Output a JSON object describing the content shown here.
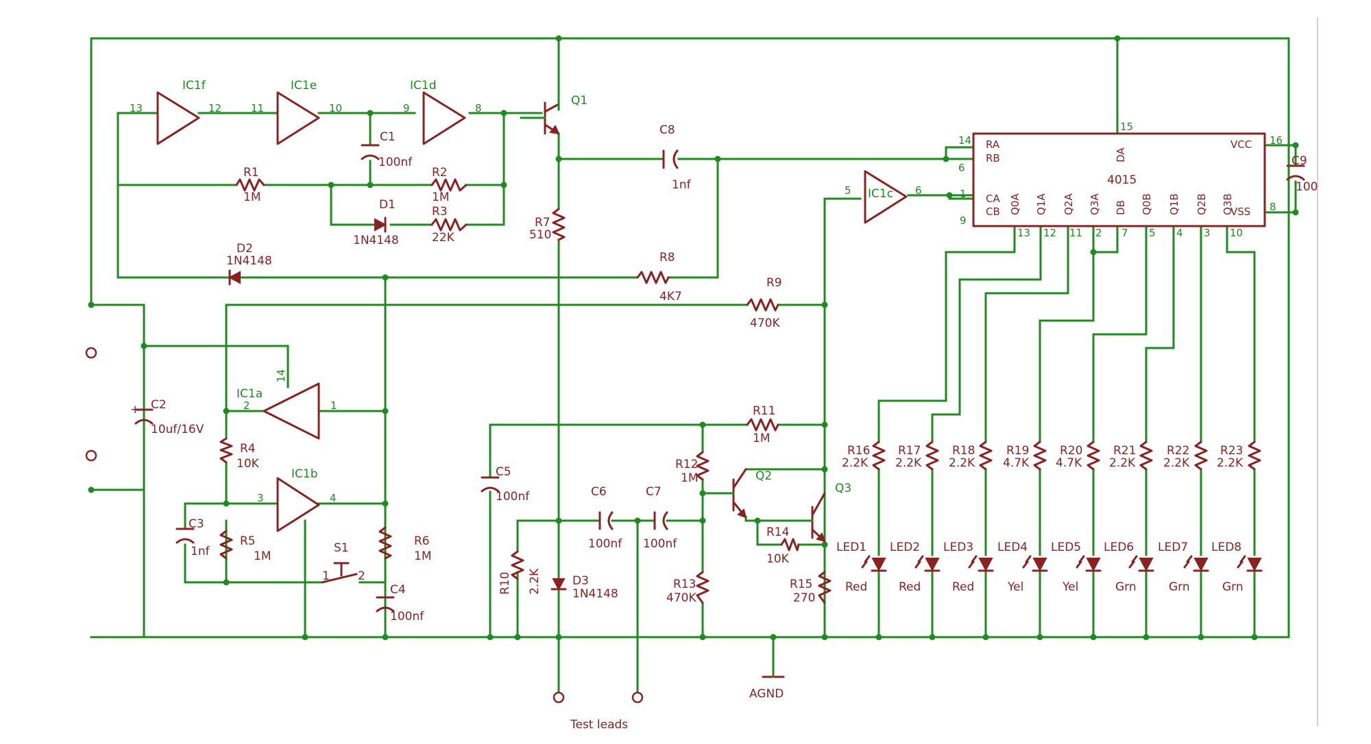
{
  "ics": {
    "ic1f": "IC1f",
    "ic1e": "IC1e",
    "ic1d": "IC1d",
    "ic1c": "IC1c",
    "ic1a": "IC1a",
    "ic1b": "IC1b",
    "chip": "4015"
  },
  "chip_pins_left": {
    "ra": "RA",
    "rb": "RB",
    "ca": "CA",
    "cb": "CB"
  },
  "chip_pins_right": {
    "vcc": "VCC",
    "vss": "VSS"
  },
  "chip_pins_bottom": [
    "Q0A",
    "Q1A",
    "Q2A",
    "Q3A",
    "DB",
    "Q0B",
    "Q1B",
    "Q2B",
    "Q3B"
  ],
  "chip_pin_da": "DA",
  "pin_numbers": {
    "p13": "13",
    "p12": "12",
    "p11": "11",
    "p10": "10",
    "p9": "9",
    "p8": "8",
    "p5": "5",
    "p6": "6",
    "p2": "2",
    "p1": "1",
    "p14": "14",
    "p3": "3",
    "p4": "4",
    "c14": "14",
    "c6": "6",
    "c1": "1",
    "c9": "9",
    "c15": "15",
    "c16": "16",
    "c8": "8",
    "b13": "13",
    "b12": "12",
    "b11": "11",
    "b2": "2",
    "b7": "7",
    "b5": "5",
    "b4": "4",
    "b3": "3",
    "b10": "10",
    "s1p1": "1",
    "s1p2": "2"
  },
  "transistors": {
    "q1": "Q1",
    "q2": "Q2",
    "q3": "Q3"
  },
  "resistors": {
    "r1": "R1",
    "r1v": "1M",
    "r2": "R2",
    "r2v": "1M",
    "r3": "R3",
    "r3v": "22K",
    "r4": "R4",
    "r4v": "10K",
    "r5": "R5",
    "r5v": "1M",
    "r6": "R6",
    "r6v": "1M",
    "r7": "R7",
    "r7v": "510",
    "r8": "R8",
    "r8v": "4K7",
    "r9": "R9",
    "r9v": "470K",
    "r10": "R10",
    "r10v": "2.2K",
    "r11": "R11",
    "r11v": "1M",
    "r12": "R12",
    "r12v": "1M",
    "r13": "R13",
    "r13v": "470K",
    "r14": "R14",
    "r14v": "10K",
    "r15": "R15",
    "r15v": "270"
  },
  "capacitors": {
    "c1": "C1",
    "c1v": "100nf",
    "c2": "C2",
    "c2v": "10uf/16V",
    "c3": "C3",
    "c3v": "1nf",
    "c4": "C4",
    "c4v": "100nf",
    "c5": "C5",
    "c5v": "100nf",
    "c6": "C6",
    "c6v": "100nf",
    "c7": "C7",
    "c7v": "100nf",
    "c8": "C8",
    "c8v": "1nf",
    "c9": "C9",
    "c9v": "100"
  },
  "diodes": {
    "d1": "D1",
    "d1v": "1N4148",
    "d2": "D2",
    "d2v": "1N4148",
    "d3": "D3",
    "d3v": "1N4148"
  },
  "switch": "S1",
  "led_resistors": [
    {
      "name": "R16",
      "value": "2.2K"
    },
    {
      "name": "R17",
      "value": "2.2K"
    },
    {
      "name": "R18",
      "value": "2.2K"
    },
    {
      "name": "R19",
      "value": "4.7K"
    },
    {
      "name": "R20",
      "value": "4.7K"
    },
    {
      "name": "R21",
      "value": "2.2K"
    },
    {
      "name": "R22",
      "value": "2.2K"
    },
    {
      "name": "R23",
      "value": "2.2K"
    }
  ],
  "leds": [
    {
      "name": "LED1",
      "color": "Red"
    },
    {
      "name": "LED2",
      "color": "Red"
    },
    {
      "name": "LED3",
      "color": "Red"
    },
    {
      "name": "LED4",
      "color": "Yel"
    },
    {
      "name": "LED5",
      "color": "Yel"
    },
    {
      "name": "LED6",
      "color": "Grn"
    },
    {
      "name": "LED7",
      "color": "Grn"
    },
    {
      "name": "LED8",
      "color": "Grn"
    }
  ],
  "ground_label": "AGND",
  "test_leads": "Test leads",
  "colors": {
    "wire": "#1f8a1f",
    "part": "#8a2222"
  }
}
